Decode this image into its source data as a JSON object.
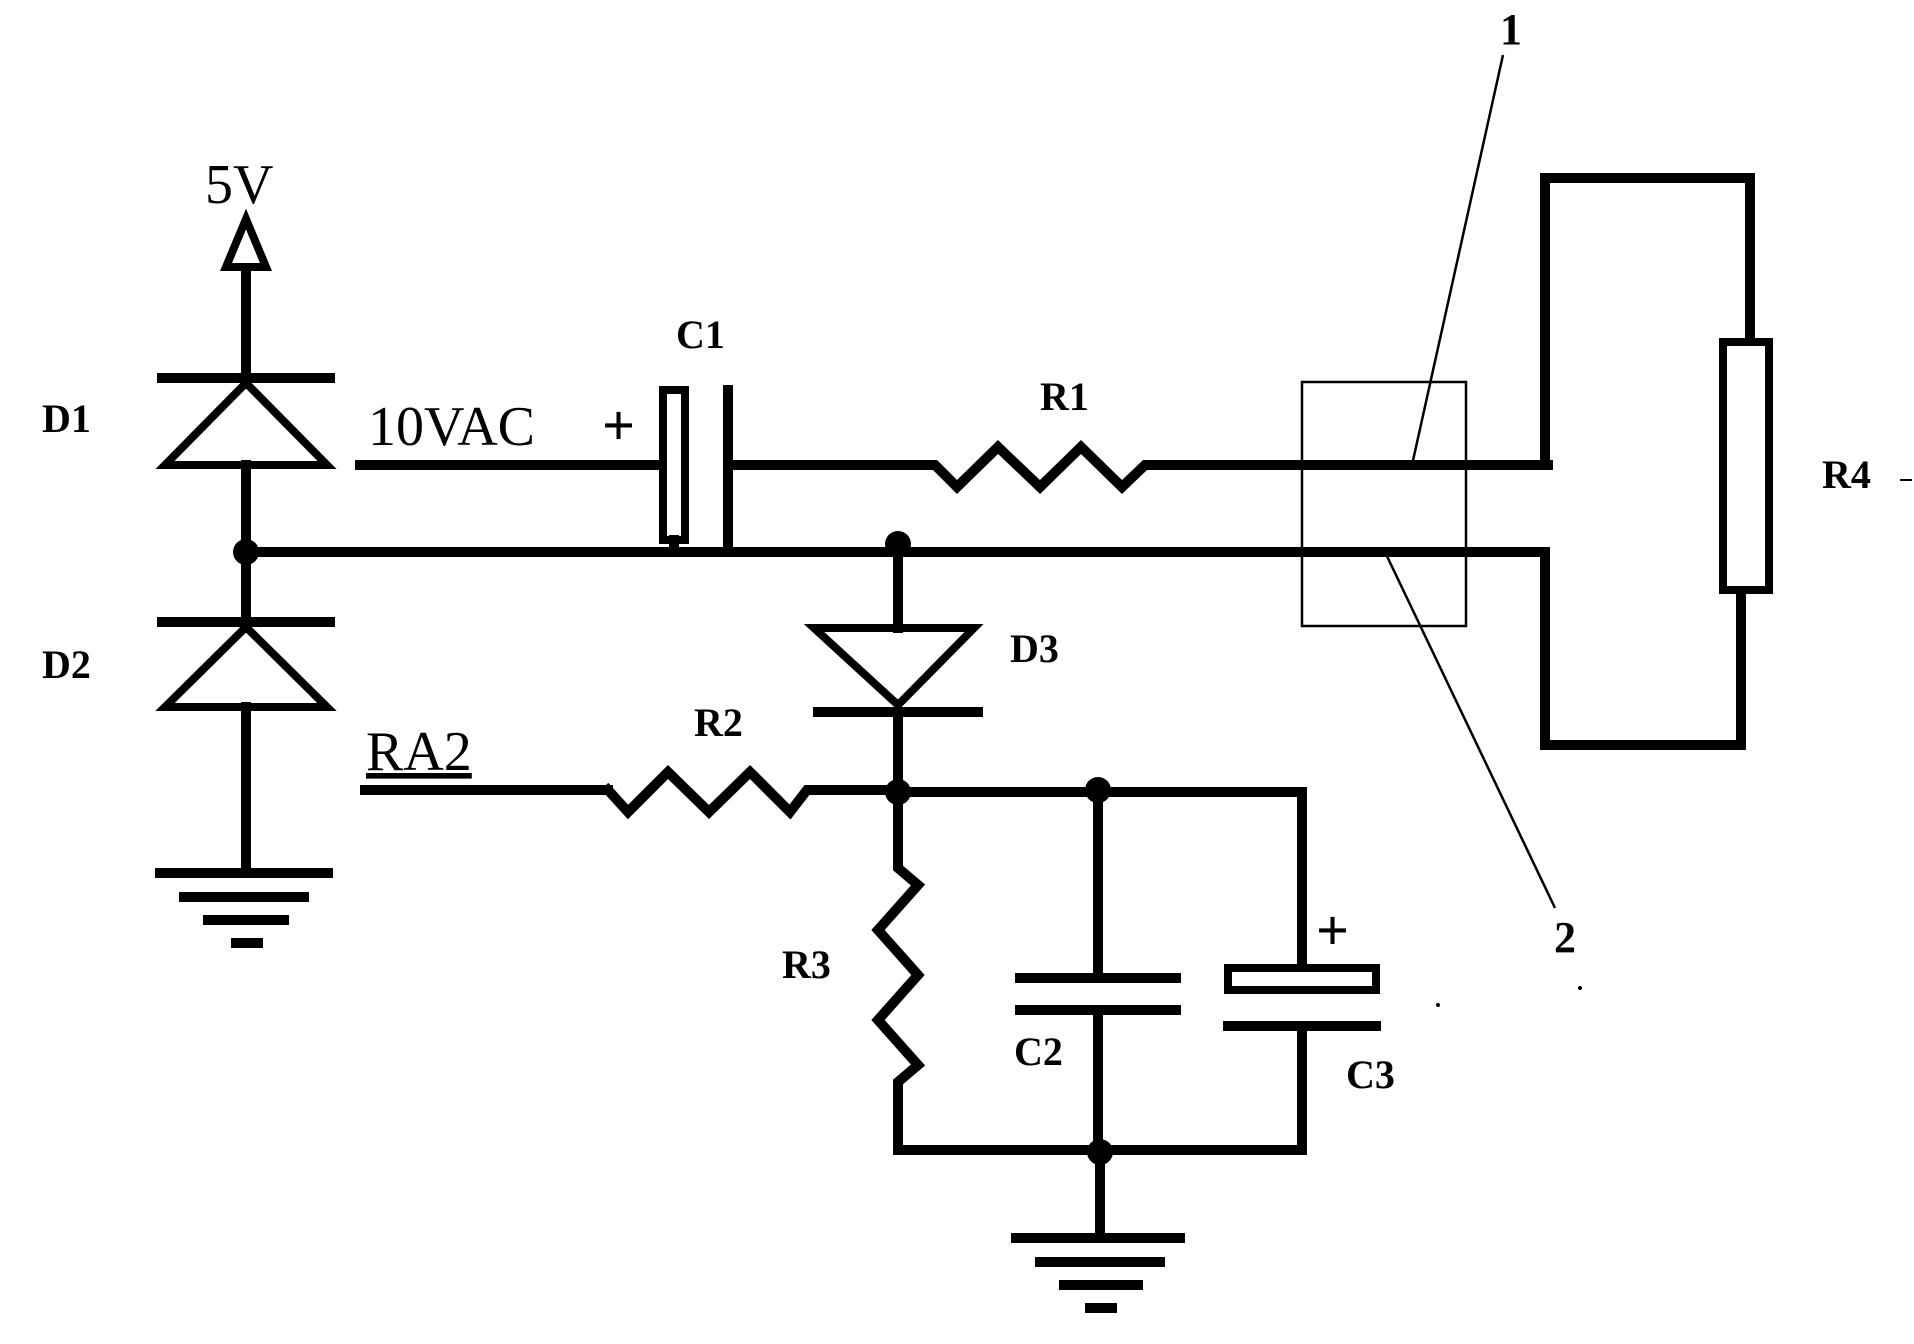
{
  "power": {
    "supply": "5V",
    "ac_input": "10VAC",
    "port": "RA2",
    "plus_sign": "+"
  },
  "components": {
    "d1": "D1",
    "d2": "D2",
    "d3": "D3",
    "c1": "C1",
    "c2": "C2",
    "c3": "C3",
    "r1": "R1",
    "r2": "R2",
    "r3": "R3",
    "r4": "R4"
  },
  "callouts": {
    "one": "1",
    "two": "2"
  }
}
